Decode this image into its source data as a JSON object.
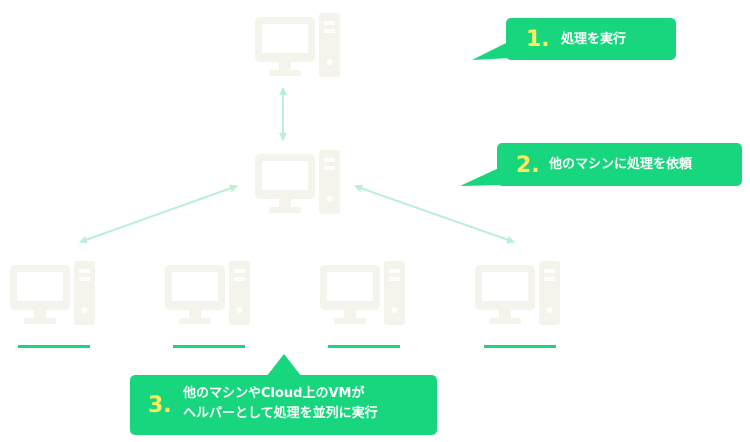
{
  "colors": {
    "computer": "#f4f4ec",
    "computer_detail": "#ffffff",
    "arrow": "#b9f0d6",
    "callout_bg": "#18d67e",
    "number": "#ffe95c",
    "underline": "#18d67e"
  },
  "callouts": [
    {
      "number": "1.",
      "text": "処理を実行"
    },
    {
      "number": "2.",
      "text": "他のマシンに処理を依頼"
    },
    {
      "number": "3.",
      "line1": "他のマシンやCloud上のVMが",
      "line2": "ヘルパーとして処理を並列に実行"
    }
  ],
  "icons": [
    "computer-icon"
  ]
}
